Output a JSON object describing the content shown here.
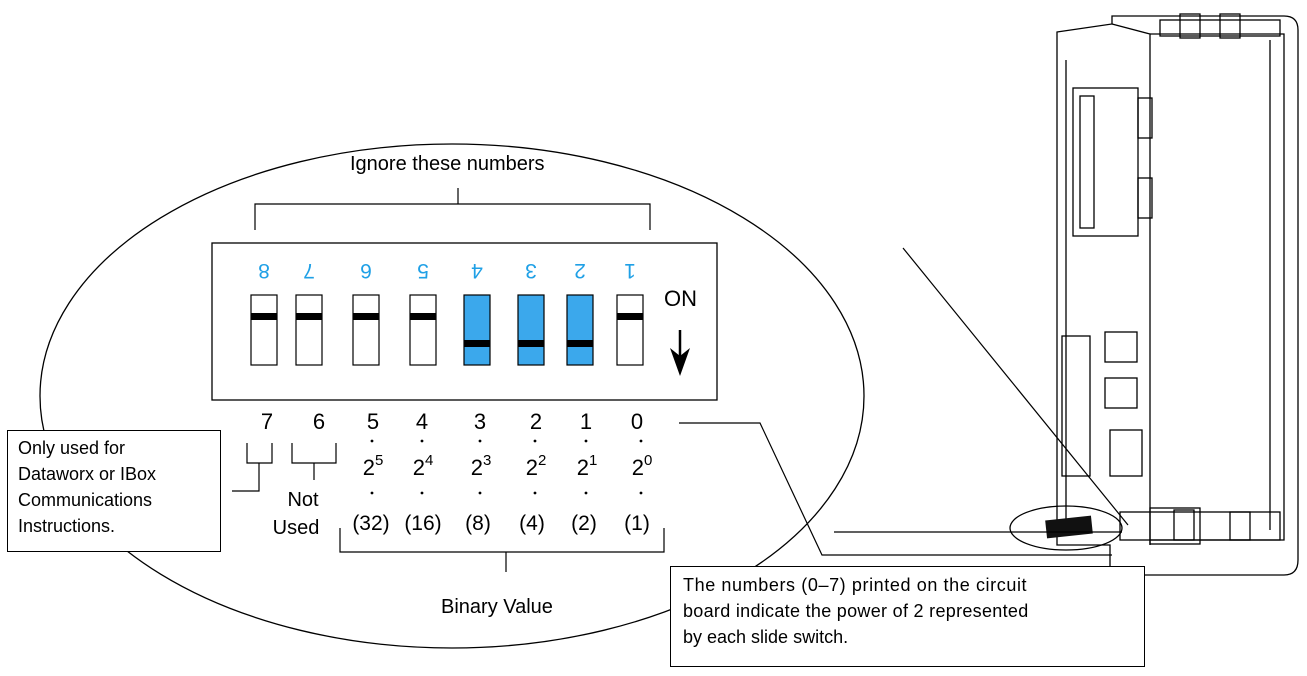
{
  "labels": {
    "ignore": "Ignore these numbers",
    "on": "ON",
    "not_used_line1": "Not",
    "not_used_line2": "Used",
    "binary_value": "Binary Value",
    "only_used": [
      "Only used for",
      "Dataworx or IBox",
      "Communications",
      "Instructions."
    ],
    "numbers_note": [
      "The numbers (0–7) printed on the circuit",
      "board indicate the power of 2 represented",
      "by each slide switch."
    ]
  },
  "switch_numbers": [
    "8",
    "7",
    "6",
    "5",
    "4",
    "3",
    "2",
    "1"
  ],
  "switch_on": [
    false,
    false,
    false,
    false,
    true,
    true,
    true,
    false
  ],
  "bit_digits": [
    "7",
    "6",
    "5",
    "4",
    "3",
    "2",
    "1",
    "0"
  ],
  "powers": [
    {
      "base": "2",
      "exp": "5"
    },
    {
      "base": "2",
      "exp": "4"
    },
    {
      "base": "2",
      "exp": "3"
    },
    {
      "base": "2",
      "exp": "2"
    },
    {
      "base": "2",
      "exp": "1"
    },
    {
      "base": "2",
      "exp": "0"
    }
  ],
  "binary_values": [
    "(32)",
    "(16)",
    "(8)",
    "(4)",
    "(2)",
    "(1)"
  ],
  "colors": {
    "switch_on": "#3ba8ec",
    "switch_number": "#1fa0e6",
    "line": "#000000",
    "module_fill": "#e6e6e6"
  }
}
